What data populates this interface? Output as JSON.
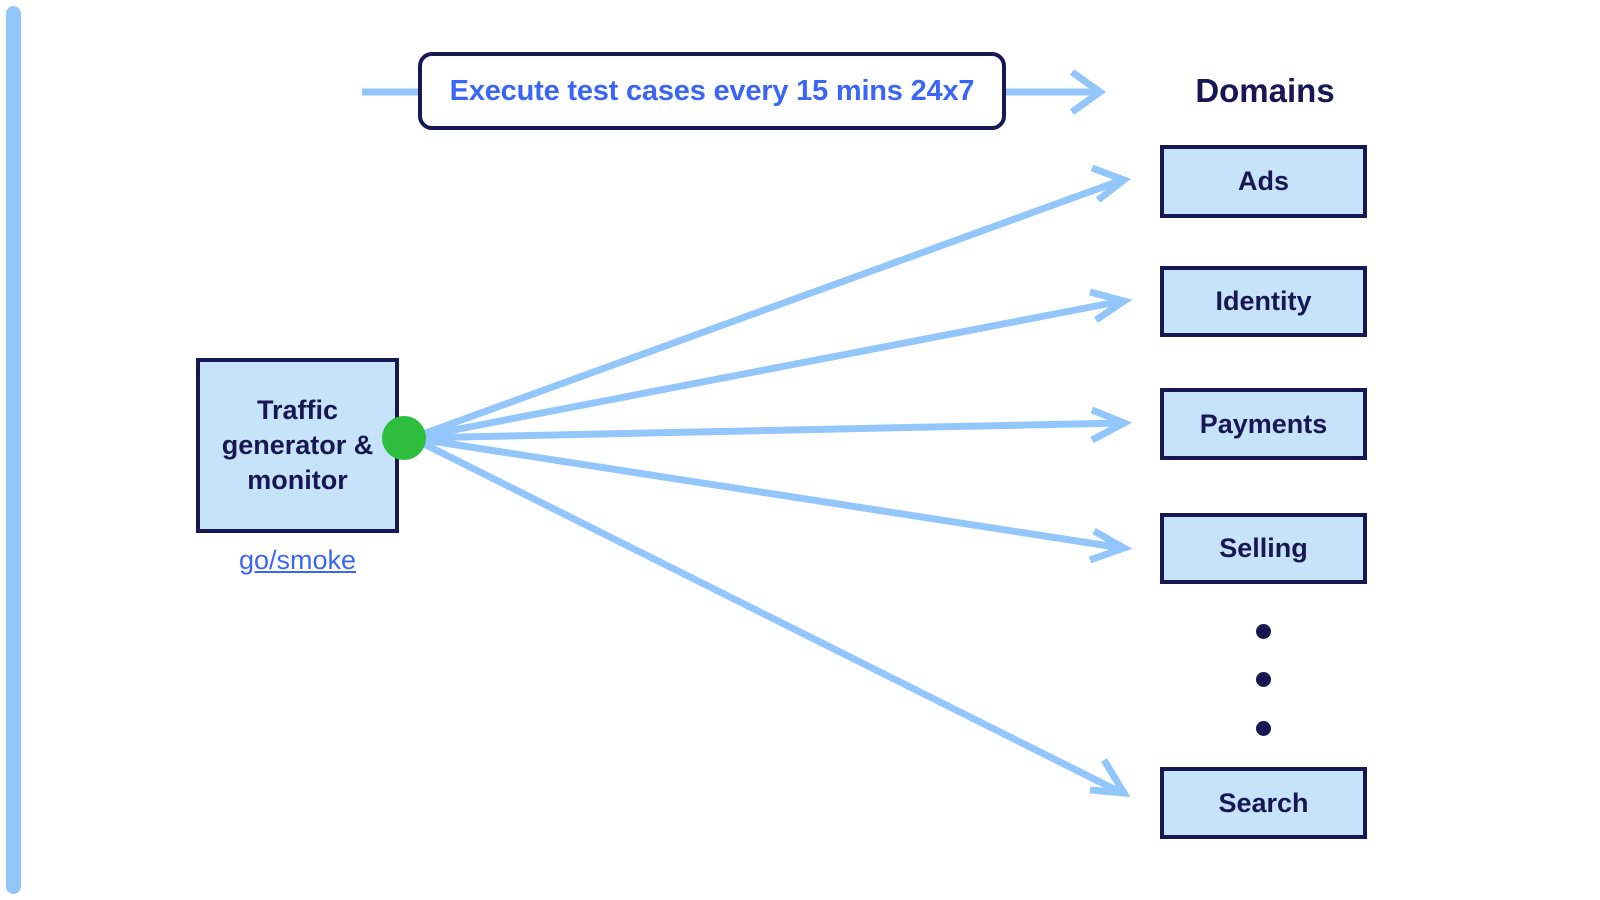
{
  "diagram": {
    "title": "Traffic generator smoke test fan-out to domains",
    "background_color": "#ffffff",
    "accent_rail_color": "#93C6FB",
    "node_fill_color": "#C6E3FA",
    "node_border_color": "#171753",
    "link_color": "#3B66F5",
    "connector_color": "#93C6FB",
    "status_dot_color": "#2DBE3E"
  },
  "schedule": {
    "label": "Execute test cases every 15 mins 24x7"
  },
  "source": {
    "label": "Traffic generator & monitor",
    "link_label": "go/smoke",
    "status_dot_name": "green-status-dot"
  },
  "domains": {
    "heading": "Domains",
    "items": [
      {
        "label": "Ads"
      },
      {
        "label": "Identity"
      },
      {
        "label": "Payments"
      },
      {
        "label": "Selling"
      },
      {
        "label": "Search"
      }
    ],
    "ellipsis": "• • •"
  }
}
